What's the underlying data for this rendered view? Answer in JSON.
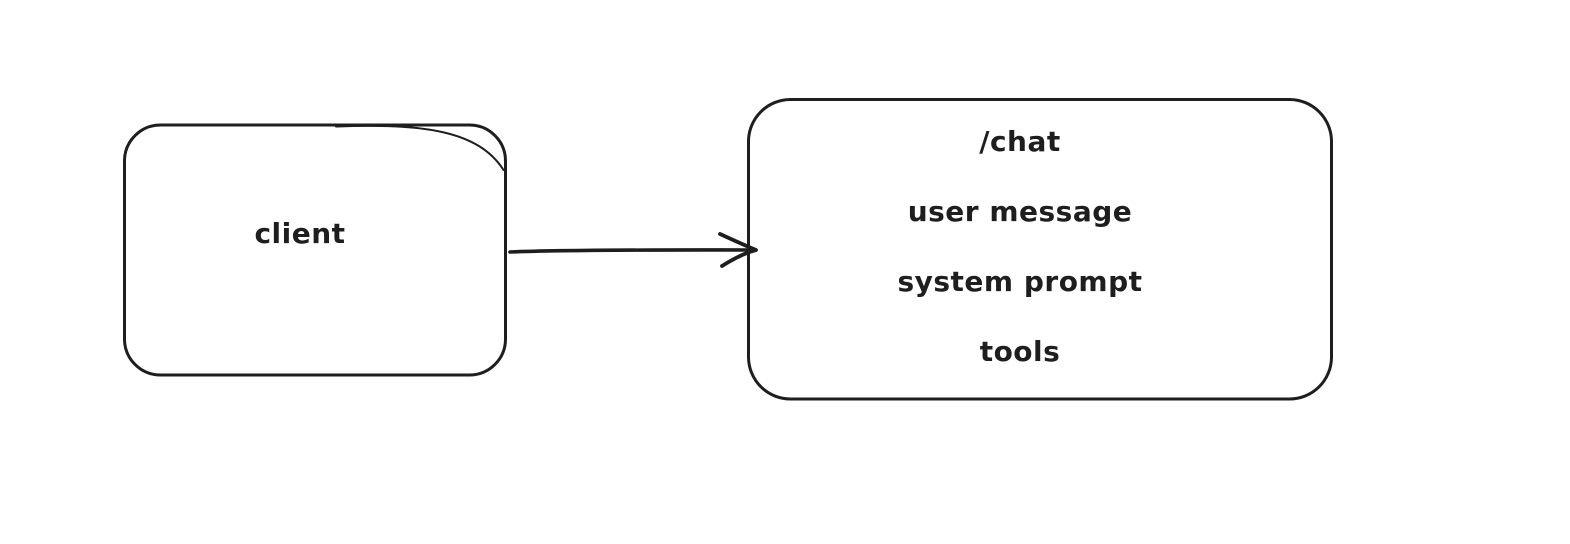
{
  "diagram": {
    "background_color": "#ffffff",
    "stroke_color": "#1e1e1e",
    "style": "hand-drawn-sketch",
    "client_node": {
      "label": "client"
    },
    "request_node": {
      "lines": [
        "/chat",
        "user message",
        "system prompt",
        "tools"
      ]
    },
    "edge": {
      "from": "client",
      "to": "request",
      "shape": "straight-arrow-right"
    }
  }
}
